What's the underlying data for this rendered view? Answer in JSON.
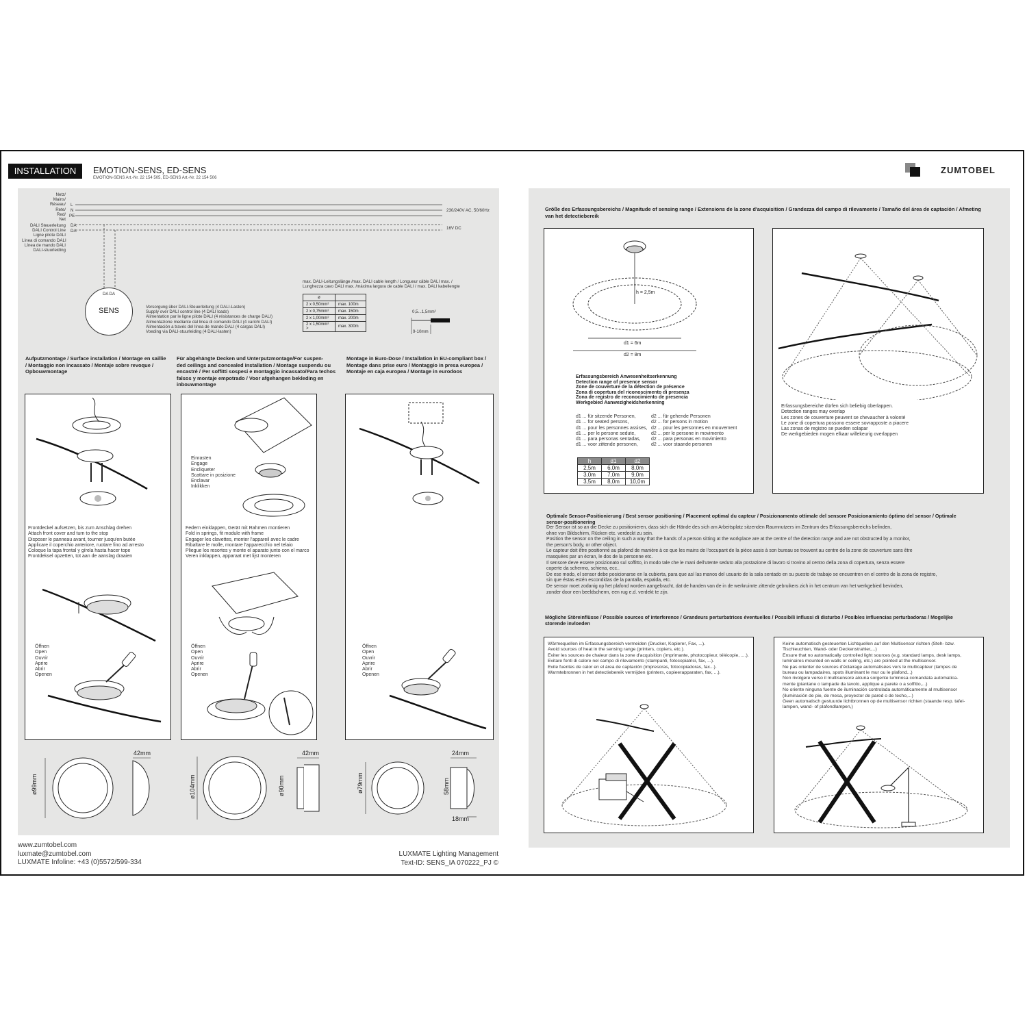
{
  "header": {
    "tag": "INSTALLATION",
    "title": "EMOTION-SENS, ED-SENS",
    "subtitle": "EMOTION-SENS Art.-Nr. 22 154 505, ED-SENS Art.-Nr. 22 154 506",
    "logo": "ZUMTOBEL"
  },
  "wiring": {
    "mains_labels": [
      "Netz/",
      "Mains/",
      "Réseau/",
      "Rete/",
      "Red/",
      "Net"
    ],
    "conductors": [
      "L",
      "N",
      "PE"
    ],
    "mains_spec": "230/240V AC, 50/60Hz",
    "dali_labels": [
      "DALI Steuerleitung",
      "DALI Control Line",
      "Ligne pilote DALI",
      "Línea di comando DALI",
      "Línea de mando DALI",
      "DALI-stuurleiding"
    ],
    "dali_conductors": [
      "DA",
      "DA"
    ],
    "dali_spec": "16V DC",
    "sensor_terminals": "DA DA",
    "sensor_label": "SENS",
    "supply_text": [
      "Versorgung über DALI-Steuerleitung (4 DALI-Lasten)",
      "Supply over DALI control line  (4 DALI loads)",
      "Alimentation par le ligne pilote DALI (4 résistances de charge DALI)",
      "Alimentazione mediante dal linea di comando DALI (4 carichi DALI)",
      "Alimentación a través del línea de mando DALI (4 cargas DALI)",
      "Voeding via DALI-stuurleiding (4 DALI-lasten)"
    ],
    "cable_caption": [
      "max. DALI-Leitungslänge /max. DALI cable length / Longueur câble DALI max. /",
      "Lunghezza cavo DALI max. /máxima largura de cable DALI / max. DALI kabellengte"
    ],
    "cable_table": [
      [
        "ø",
        ""
      ],
      [
        "2 x 0,50mm²",
        "max. 100m"
      ],
      [
        "2 x 0,75mm²",
        "max. 150m"
      ],
      [
        "2 x 1,00mm²",
        "max. 200m"
      ],
      [
        "2 x 1,50mm² >",
        "max. 300m"
      ]
    ],
    "wire_gauge": "0,5...1,5mm²",
    "strip_length": "9-10mm"
  },
  "install": [
    {
      "heading": [
        "Aufputzmontage / Surface installation / Montage en saillie",
        "/ Montaggio non incassato / Montaje sobre revoque /",
        "Opbouwmontage"
      ],
      "step1": [
        "Frontdeckel aufsetzen, bis zum Anschlag drehen",
        "Attach front cover and turn to the stop",
        "Disposer le panneau avant, tourner jusqu'en butée",
        "Applicare il coperchio anteriore, ruotare fino ad arresto",
        "Coloque la tapa frontal y gírela hasta hacer tope",
        "Frontdeksel opzetten, tot aan de aanslag draaien"
      ],
      "open": [
        "Öffnen",
        "Open",
        "Ouvrir",
        "Aprire",
        "Abrir",
        "Openen"
      ],
      "dims": [
        "ø99mm",
        "42mm"
      ]
    },
    {
      "heading": [
        "Für abgehängte Decken und Unterputzmontage/For suspen-",
        "ded ceilings and concealed installation / Montage suspendu ou",
        "encastré / Per soffitti sospesi e montaggio incassato/Para techos",
        "falsos y montaje empotrado / Voor afgehangen bekleding en",
        "inbouwmontage"
      ],
      "engage": [
        "Einrasten",
        "Engage",
        "Encliqueter",
        "Scattare in posizione",
        "Enclavar",
        "Inklikken"
      ],
      "step1": [
        "Federn einklappen, Gerät mit Rahmen montieren",
        "Fold in springs, fit module with frame",
        "Engager les clavettes, monter l'appareil avec le cadre",
        "Ribaltare le molle, montare l'apparecchio nel telaio",
        "Pliegue los resortes y monte el aparato junto con el marco",
        "Veren inklappen, apparaat met lijst monteren"
      ],
      "open": [
        "Öffnen",
        "Open",
        "Ouvrir",
        "Aprire",
        "Abrir",
        "Openen"
      ],
      "dims": [
        "ø104mm",
        "42mm",
        "ø90mm"
      ]
    },
    {
      "heading": [
        "Montage in Euro-Dose / Installation in EU-compliant box /",
        "Montage dans prise euro / Montaggio in presa europea /",
        "Montaje en caja europea / Montage in eurodoos"
      ],
      "open": [
        "Öffnen",
        "Open",
        "Ouvrir",
        "Aprire",
        "Abrir",
        "Openen"
      ],
      "dims": [
        "ø79mm",
        "24mm",
        "58mm",
        "18mm"
      ]
    }
  ],
  "footer": {
    "left": [
      "www.zumtobel.com",
      "luxmate@zumtobel.com",
      "LUXMATE Infoline: +43 (0)5572/599-334"
    ],
    "right": [
      "LUXMATE Lighting Management",
      "Text-ID: SENS_IA 070222_PJ ©"
    ]
  },
  "sensing": {
    "heading": [
      "Größe des Erfassungsbereichs / Magnitude of sensing range / Extensions de la zone d'acquisition / Grandezza del campo di rilevamento / Tamaño del área de captación / Afmeting",
      "van het detectiebereik"
    ],
    "h_label": "h = 2,5m",
    "d1_label": "d1 = 6m",
    "d2_label": "d2 = 8m",
    "presence_heading": [
      "Erfassungsbereich Anwesenheitserkennung",
      "Detection range of presence sensor",
      "Zone de couverture de la détection de présence",
      "Zona di copertura del riconoscimento di presenza",
      "Zona de registro de reconocimiento de presencia",
      "Werkgebied Aanwezigheidsherkenning"
    ],
    "d1_lines": [
      "d1 ... für sitzende Personen,",
      "d1 ... for seated persons,",
      "d1 ... pour les personnes assises,",
      "d1 ... per le persone sedute,",
      "d1 ... para personas sentadas,",
      "d1 ... voor zittende personen,"
    ],
    "d2_lines": [
      "d2 ... für gehende Personen",
      "d2 ... for persons in motion",
      "d2 ... pour les personnes en mouvement",
      "d2 ... per le persone in movimento",
      "d2 ... para personas en movimiento",
      "d2 ... voor staande personen"
    ],
    "range_table": [
      [
        "h",
        "d1",
        "d2"
      ],
      [
        "2,5m",
        "6,0m",
        "8,0m"
      ],
      [
        "3,0m",
        "7,0m",
        "9,0m"
      ],
      [
        "3,5m",
        "8,0m",
        "10,0m"
      ]
    ],
    "overlap": [
      "Erfassungsbereiche dürfen sich beliebig überlappen.",
      "Detection ranges may overlap",
      "Les zones de couverture peuvent se chevaucher à volonté",
      "Le zone di copertura possono essere sovrapposte a piacere",
      "Las zonas de registro se pueden solapar",
      "De werkgebieden mogen elkaar willekeurig overlappen"
    ]
  },
  "positioning": {
    "heading": [
      "Optimale Sensor-Positionierung / Best sensor positioning / Placement optimal du capteur / Posizionamento ottimale del sensore Posicionamiento óptimo del sensor / Optimale",
      "sensor-positionering"
    ],
    "lines": [
      "Der Sensor ist so an die Decke zu positionieren, dass sich die Hände des sich am Arbeitsplatz sitzenden Raumnutzers im Zentrum des Erfassungsbereichs befinden,",
      "ohne von Bildschirm, Rücken etc. verdeckt zu sein.",
      "Position the sensor on the ceiling in such a way that the hands of a person sitting at the workplace are at the centre of the detection range and are not obstructed by a monitor,",
      "the person's body, or other object.",
      "Le capteur doit être positionné au plafond de manière à ce que les mains de l'occupant de la pièce assis à son bureau se trouvent au centre de la zone de couverture sans être",
      "masquées par un écran, le dos de la personne etc.",
      "Il sensore deve essere posizionato sul soffitto, in modo tale che le mani dell'utente seduto alla postazione di lavoro si trovino al centro della zona di copertura, senza essere",
      "coperte da schermo, schiena, ecc..",
      "De ese modo, el sensor debe posicionarse en la cubierta, para que así las manos del usuario de la sala sentado en su puesto de trabajo se encuentren en el centro de la zona de registro,",
      "sin que éstas estén escondidas de la pantalla, espalda, etc.",
      "De sensor moet zodanig op het plafond worden aangebracht, dat de handen van de in de werkruimte zittende gebruikers zich in het centrum van het werkgebied bevinden,",
      "zonder door een beeldscherm, een rug e.d. verdekt te zijn."
    ]
  },
  "interference": {
    "heading": [
      "Mögliche Störeinflüsse / Possible sources of interference / Grandeurs perturbatrices éventuelles / Possibili influssi di disturbo / Posibles influencias perturbadoras / Mogelijke",
      "storende invloeden"
    ],
    "heat": [
      "Wärmequellen im Erfassungsbereich vermeiden (Drucker, Kopierer, Fax, ...).",
      "Avoid sources of heat in the sensing range (printers, copiers, etc.).",
      "Eviter les sources de chaleur dans la zone d'acquisition (imprimante, photocopieur, télécopie, ....).",
      "Evitare fonti di calore nel campo di rilevamento (stampanti, fotocopiatrici, fax, ...).",
      "Evite fuentes de calor en el área de captación (impresoras, fotocopiadoras, fax...).",
      "Warmtebronnen in het detectiebereik vermijden (printers, copieerapparaten, fax, ...)."
    ],
    "light": [
      "Keine automatisch gesteuerten Lichtquellen auf den Multisensor richten (Steh- bzw.",
      "Tischleuchten, Wand- oder Deckenstrahler,...)",
      "Ensure that no automatically controlled light sources (e.g. standard lamps, desk lamps,",
      "luminaires mounted on walls or ceiling, etc.) are pointed at the multisensor.",
      "Ne pas orienter de sources d'éclairage automatisées vers le multicapteur (lampes de",
      "bureau ou lampadaires, spots illuminant le mur ou le plafond...)",
      "Non rivolgere verso il multisensore alcuna sorgente luminosa comandata automatica-",
      "mente (piantane o lampade da tavolo, applique a parete o a soffitto,...)",
      "No oriente ninguna fuente de iluminación controlada automáticamente al multisensor",
      "(iluminación de pie, de mesa, proyector de pared o de techo,...)",
      "Geen automatisch gestuurde lichtbronnen op de multisensor richten (staande resp. tafel-",
      "lampen, wand- of plafondlampen,)"
    ]
  }
}
